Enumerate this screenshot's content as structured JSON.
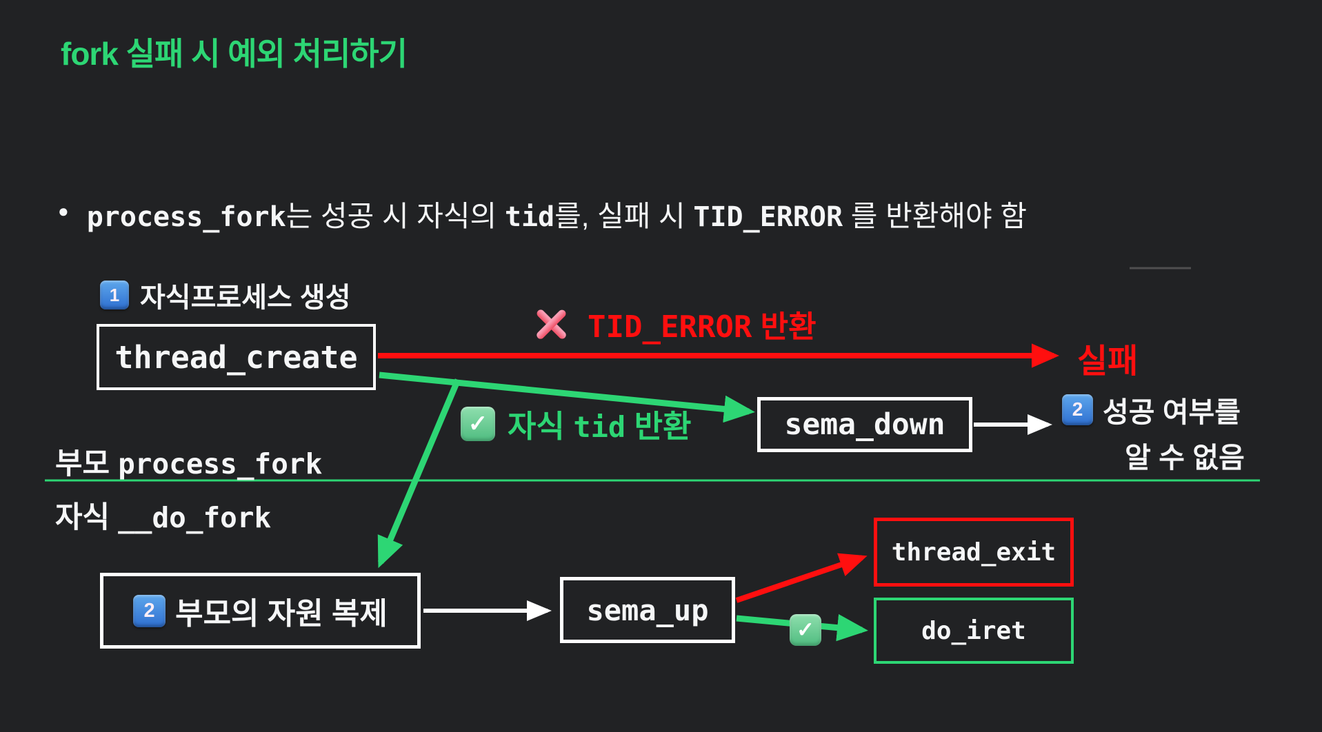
{
  "colors": {
    "bg": "#212224",
    "green": "#2dd674",
    "red": "#ff0f0f",
    "text": "#f5f6f7",
    "box-border": "#ffffff",
    "keycap-top": "#5ea7ec",
    "keycap-bottom": "#2e6fd0",
    "check-top": "#8fdfae",
    "check-bottom": "#4fbc80",
    "cross-top": "#fa9db4",
    "cross-bottom": "#ee4d63",
    "faint": "#4f4f4f"
  },
  "title": "fork 실패 시 예외 처리하기",
  "bullet": {
    "marker": "●",
    "segments": [
      {
        "t": "process_fork"
      },
      {
        "t": "는 성공 시 자식의 "
      },
      {
        "t": "tid"
      },
      {
        "t": "를, 실패 시  "
      },
      {
        "t": "TID_ERROR"
      },
      {
        "t": " 를 반환해야 함"
      }
    ]
  },
  "steps": {
    "step1": {
      "badge": "1",
      "label": "자식프로세스 생성"
    },
    "step2_right": {
      "badge": "2",
      "line1": "성공 여부를",
      "line2": "알 수 없음"
    },
    "step2_box": {
      "badge": "2",
      "label": "부모의 자원 복제"
    }
  },
  "boxes": {
    "thread_create": "thread_create",
    "sema_down": "sema_down",
    "sema_up": "sema_up",
    "thread_exit": "thread_exit",
    "do_iret": "do_iret"
  },
  "labels": {
    "tid_error": {
      "code": "TID_ERROR",
      "suffix": " 반환"
    },
    "fail": "실패",
    "child_tid": {
      "prefix": "자식 ",
      "code": "tid",
      "suffix": " 반환"
    },
    "check_mark": "✓",
    "lane_parent": {
      "korean": "부모 ",
      "code": "process_fork"
    },
    "lane_child": {
      "korean": "자식 ",
      "code": "__do_fork"
    }
  }
}
